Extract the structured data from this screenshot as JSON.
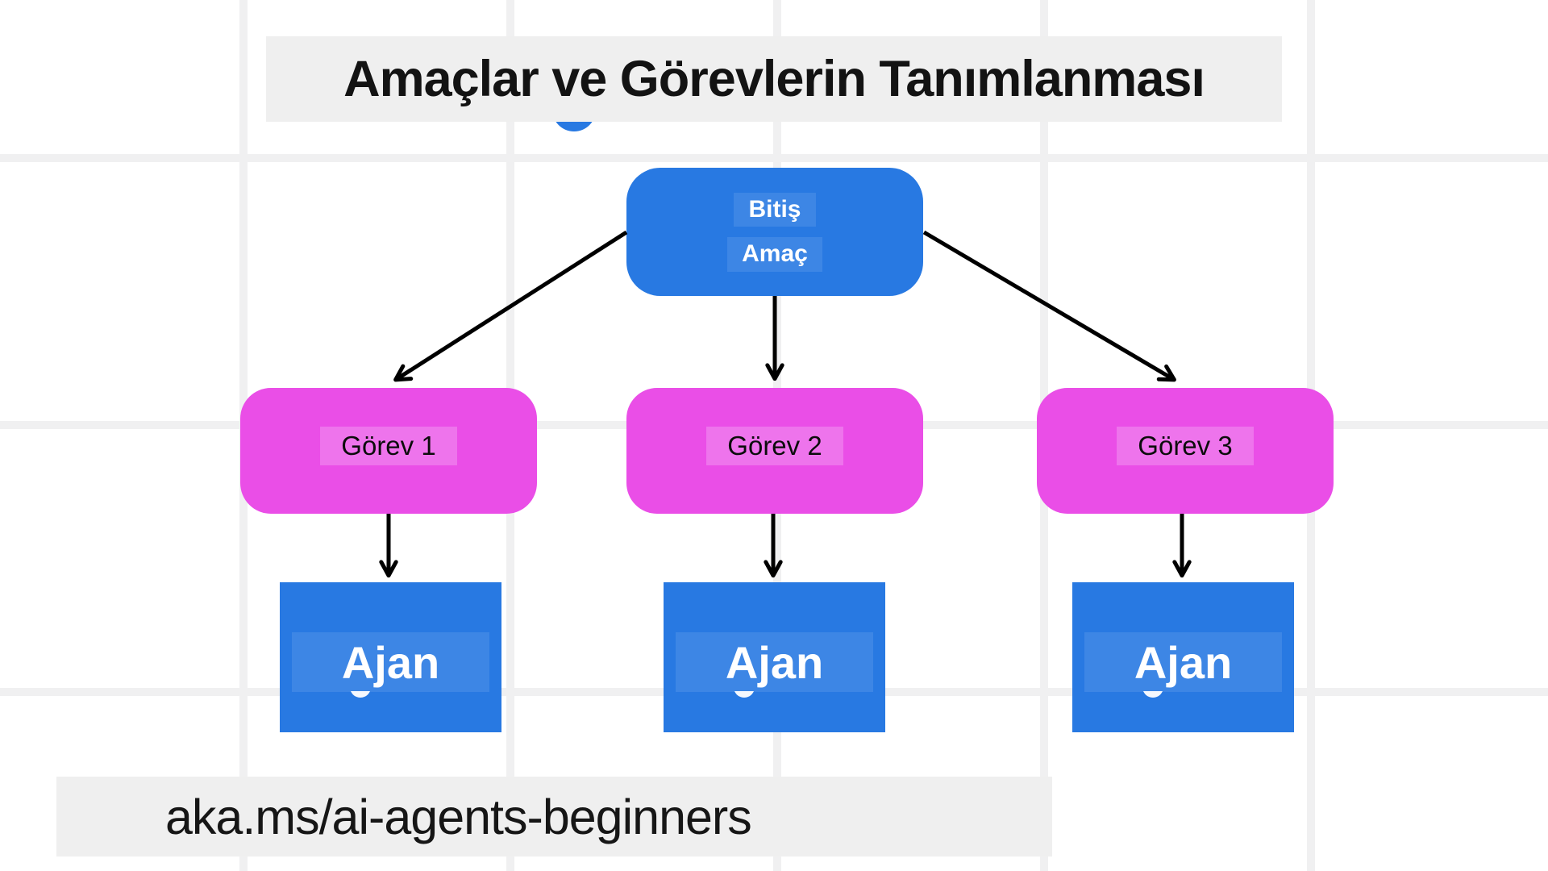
{
  "title": "Amaçlar ve Görevlerin Tanımlanması",
  "footer_link": "aka.ms/ai-agents-beginners",
  "diagram": {
    "goal": {
      "top_label": "Bitiş",
      "bottom_label": "Amaç"
    },
    "tasks": [
      {
        "label": "Görev 1"
      },
      {
        "label": "Görev 2"
      },
      {
        "label": "Görev 3"
      }
    ],
    "agents": [
      {
        "label": "Ajan"
      },
      {
        "label": "Ajan"
      },
      {
        "label": "Ajan"
      }
    ],
    "colors": {
      "node_blue": "#2879e2",
      "node_magenta": "#ea4ee7",
      "arrow_black": "#000000",
      "panel_gray": "#efefef",
      "grid_line": "#f0f0f1"
    }
  }
}
